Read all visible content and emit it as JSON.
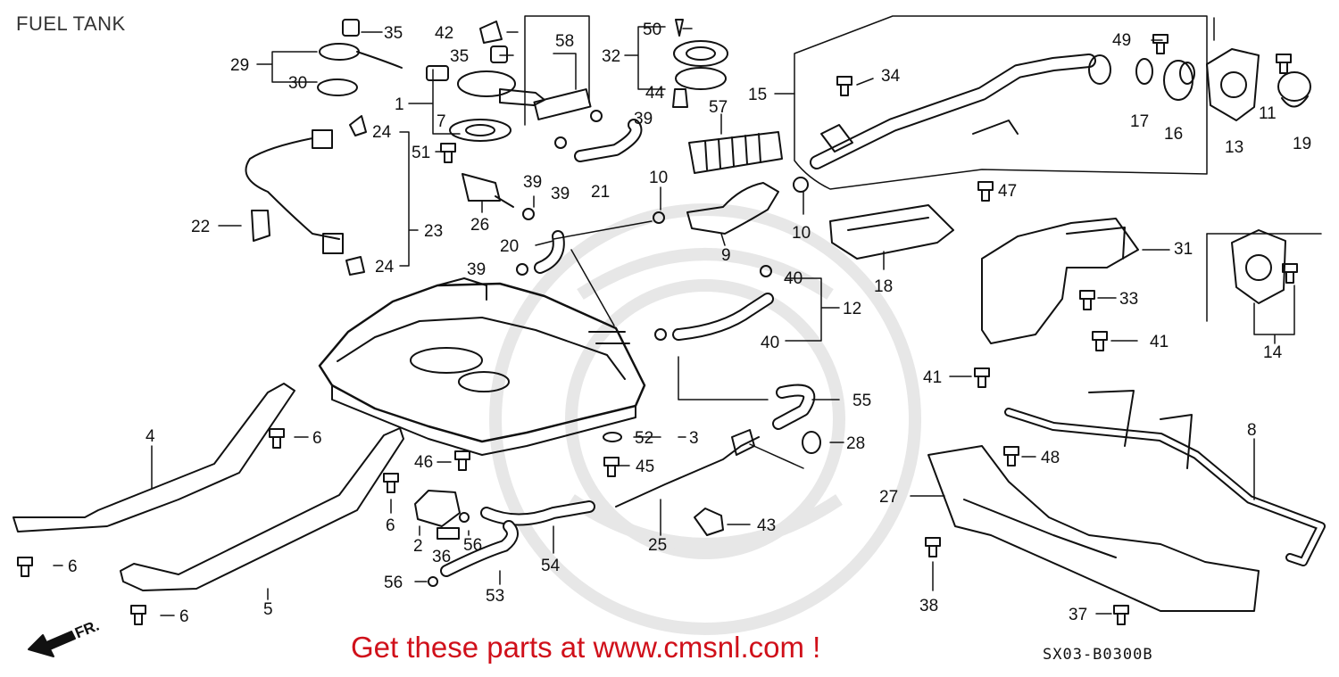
{
  "title": "FUEL TANK",
  "footer": {
    "ad_text": "Get these parts at www.cmsnl.com !",
    "diagram_code": "SX03-B0300B",
    "front_marker": "FR."
  },
  "colors": {
    "ad": "#d0101a",
    "ink": "#111111",
    "watermark": "#e7e7e7"
  },
  "labels": [
    {
      "id": "35a",
      "text": "35"
    },
    {
      "id": "42",
      "text": "42"
    },
    {
      "id": "50",
      "text": "50"
    },
    {
      "id": "49",
      "text": "49"
    },
    {
      "id": "29",
      "text": "29"
    },
    {
      "id": "30",
      "text": "30"
    },
    {
      "id": "35b",
      "text": "35"
    },
    {
      "id": "58",
      "text": "58"
    },
    {
      "id": "32",
      "text": "32"
    },
    {
      "id": "34",
      "text": "34"
    },
    {
      "id": "15",
      "text": "15"
    },
    {
      "id": "44",
      "text": "44"
    },
    {
      "id": "11",
      "text": "11"
    },
    {
      "id": "1",
      "text": "1"
    },
    {
      "id": "7",
      "text": "7"
    },
    {
      "id": "39a",
      "text": "39"
    },
    {
      "id": "57",
      "text": "57"
    },
    {
      "id": "17",
      "text": "17"
    },
    {
      "id": "16",
      "text": "16"
    },
    {
      "id": "13",
      "text": "13"
    },
    {
      "id": "19",
      "text": "19"
    },
    {
      "id": "24a",
      "text": "24"
    },
    {
      "id": "51",
      "text": "51"
    },
    {
      "id": "21",
      "text": "21"
    },
    {
      "id": "47",
      "text": "47"
    },
    {
      "id": "39b",
      "text": "39"
    },
    {
      "id": "39c",
      "text": "39"
    },
    {
      "id": "10a",
      "text": "10"
    },
    {
      "id": "22",
      "text": "22"
    },
    {
      "id": "23",
      "text": "23"
    },
    {
      "id": "26",
      "text": "26"
    },
    {
      "id": "20",
      "text": "20"
    },
    {
      "id": "9",
      "text": "9"
    },
    {
      "id": "10b",
      "text": "10"
    },
    {
      "id": "31",
      "text": "31"
    },
    {
      "id": "24b",
      "text": "24"
    },
    {
      "id": "39d",
      "text": "39"
    },
    {
      "id": "18",
      "text": "18"
    },
    {
      "id": "40a",
      "text": "40"
    },
    {
      "id": "33",
      "text": "33"
    },
    {
      "id": "12",
      "text": "12"
    },
    {
      "id": "40b",
      "text": "40"
    },
    {
      "id": "41a",
      "text": "41"
    },
    {
      "id": "14",
      "text": "14"
    },
    {
      "id": "41b",
      "text": "41"
    },
    {
      "id": "55",
      "text": "55"
    },
    {
      "id": "4",
      "text": "4"
    },
    {
      "id": "6a",
      "text": "6"
    },
    {
      "id": "52",
      "text": "52"
    },
    {
      "id": "3",
      "text": "3"
    },
    {
      "id": "28",
      "text": "28"
    },
    {
      "id": "8",
      "text": "8"
    },
    {
      "id": "46",
      "text": "46"
    },
    {
      "id": "45",
      "text": "45"
    },
    {
      "id": "48",
      "text": "48"
    },
    {
      "id": "27",
      "text": "27"
    },
    {
      "id": "6b",
      "text": "6"
    },
    {
      "id": "43",
      "text": "43"
    },
    {
      "id": "2",
      "text": "2"
    },
    {
      "id": "56a",
      "text": "56"
    },
    {
      "id": "36",
      "text": "36"
    },
    {
      "id": "54",
      "text": "54"
    },
    {
      "id": "25",
      "text": "25"
    },
    {
      "id": "6c",
      "text": "6"
    },
    {
      "id": "56b",
      "text": "56"
    },
    {
      "id": "53",
      "text": "53"
    },
    {
      "id": "5",
      "text": "5"
    },
    {
      "id": "38",
      "text": "38"
    },
    {
      "id": "37",
      "text": "37"
    },
    {
      "id": "6d",
      "text": "6"
    }
  ]
}
